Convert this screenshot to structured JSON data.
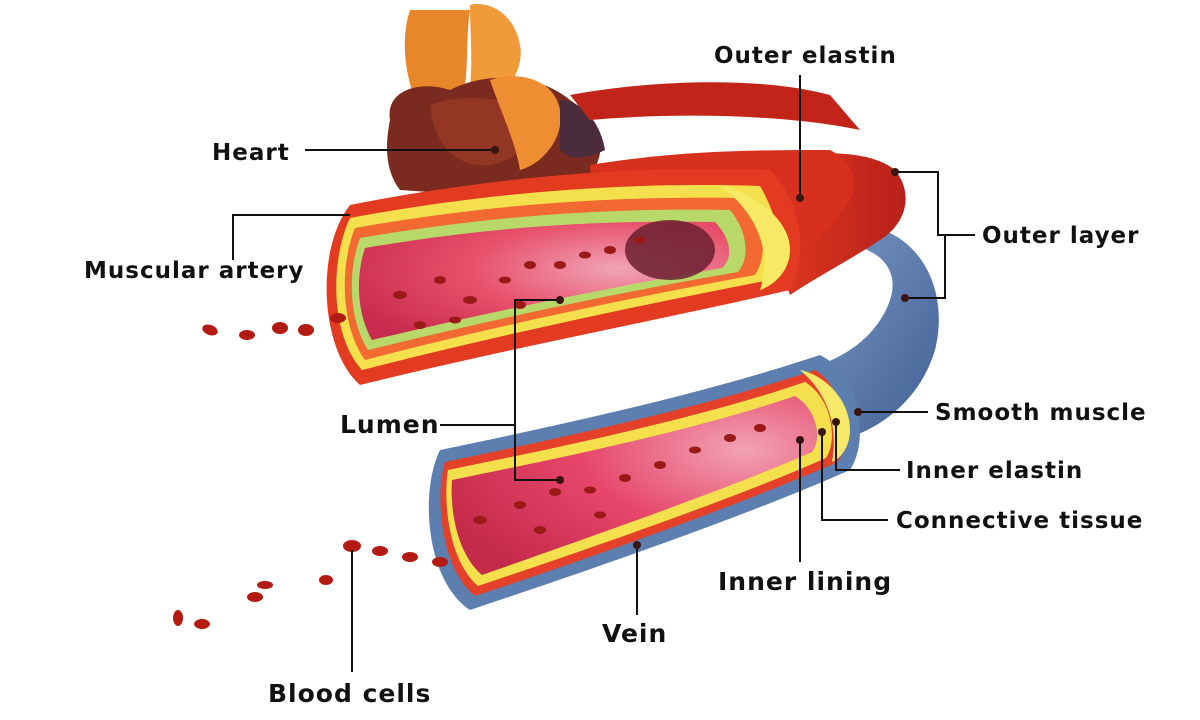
{
  "labels": {
    "outer_elastin": "Outer elastin",
    "heart": "Heart",
    "outer_layer": "Outer layer",
    "muscular_artery": "Muscular artery",
    "lumen": "Lumen",
    "smooth_muscle": "Smooth muscle",
    "inner_elastin": "Inner elastin",
    "connective_tissue": "Connective tissue",
    "inner_lining": "Inner lining",
    "vein": "Vein",
    "blood_cells": "Blood cells"
  },
  "colors": {
    "artery_outer": "#d7301f",
    "artery_wall": "#f25a2a",
    "elastin_yellow": "#f4e04d",
    "lining_green": "#b8d96a",
    "lumen_pink": "#e8506b",
    "vein_outer": "#5d7fb0",
    "heart_dark": "#7a2a1e",
    "heart_orange": "#e8872a",
    "blood_cell": "#b31a12"
  }
}
